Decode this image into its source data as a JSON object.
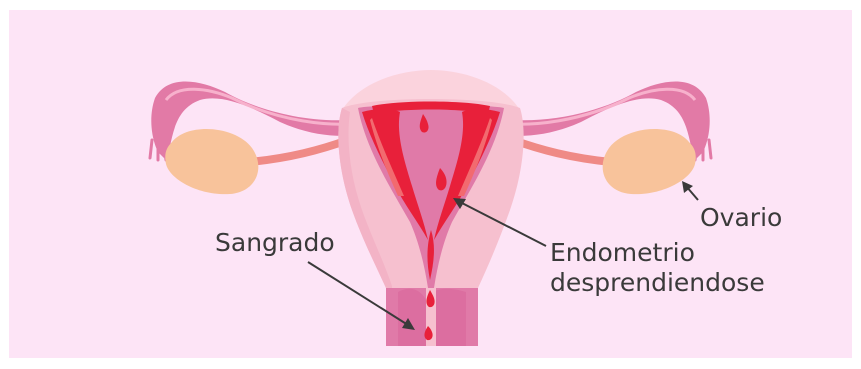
{
  "labels": {
    "ovary": "Ovario",
    "endometrium_line1": "Endometrio",
    "endometrium_line2": "desprendiendose",
    "bleeding": "Sangrado"
  },
  "colors": {
    "background": "#fde4f6",
    "uterus_outer": "#f6c0cf",
    "uterus_inner": "#e07aa8",
    "tube": "#e27aa6",
    "ovary": "#f8c39b",
    "ligament": "#ef8a86",
    "blood": "#e8203a",
    "blood_light": "#f26a6f",
    "arrow": "#3a3a3a",
    "text": "#3a3a3a"
  }
}
